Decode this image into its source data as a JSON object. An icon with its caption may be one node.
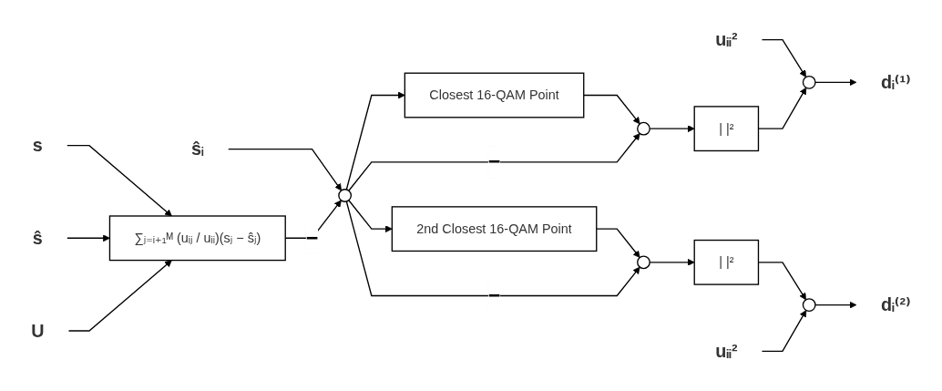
{
  "diagram": {
    "nodes": [
      {
        "text": [
          "uᵢᵢ²"
        ]
      },
      {
        "text": [
          "ŝᵢ"
        ]
      },
      {
        "text": [
          "s"
        ]
      },
      {
        "text": [
          "ŝ"
        ]
      },
      {
        "text": [
          "U"
        ]
      },
      {
        "text": [
          "∑ⱼ₌ᵢ₊₁ᴹ (uᵢⱼ / uᵢᵢ)(sⱼ − ŝⱼ)"
        ]
      },
      {
        "text": [],
        "shape": "circle"
      },
      {
        "text": [
          "Closest 16-QAM Point"
        ]
      },
      {
        "text": [
          "2nd Closest 16-QAM Point"
        ]
      },
      {
        "text": [],
        "shape": "circle"
      },
      {
        "text": [],
        "shape": "circle"
      },
      {
        "text": [
          "| |²"
        ]
      },
      {
        "text": [
          "| |²"
        ]
      },
      {
        "text": [],
        "shape": "circle"
      },
      {
        "text": [],
        "shape": "circle"
      },
      {
        "text": [
          "dᵢ⁽¹⁾"
        ]
      },
      {
        "text": [
          "dᵢ⁽²⁾"
        ]
      },
      {
        "text": [
          "uᵢᵢ²"
        ]
      }
    ],
    "edges": [
      {
        "from": 0,
        "to": 13,
        "arrow": "to"
      },
      {
        "from": 1,
        "to": 6,
        "arrow": "to"
      },
      {
        "from": 2,
        "to": 5,
        "arrow": "to"
      },
      {
        "from": 3,
        "to": 5,
        "arrow": "to"
      },
      {
        "from": 4,
        "to": 5,
        "arrow": "to"
      },
      {
        "from": 5,
        "to": 6,
        "arrow": "to",
        "label": "−"
      },
      {
        "from": 6,
        "to": 7,
        "arrow": "to"
      },
      {
        "from": 6,
        "to": 8,
        "arrow": "to"
      },
      {
        "from": 7,
        "to": 9,
        "arrow": "to"
      },
      {
        "from": 6,
        "to": 9,
        "arrow": "to",
        "label": "−"
      },
      {
        "from": 8,
        "to": 10,
        "arrow": "to"
      },
      {
        "from": 6,
        "to": 10,
        "arrow": "to",
        "label": "−"
      },
      {
        "from": 9,
        "to": 11,
        "arrow": "to"
      },
      {
        "from": 10,
        "to": 12,
        "arrow": "to"
      },
      {
        "from": 11,
        "to": 13,
        "arrow": "to"
      },
      {
        "from": 12,
        "to": 14,
        "arrow": "to"
      },
      {
        "from": 17,
        "to": 14,
        "arrow": "to"
      },
      {
        "from": 13,
        "to": 15,
        "arrow": "to"
      },
      {
        "from": 14,
        "to": 16,
        "arrow": "to"
      }
    ]
  }
}
